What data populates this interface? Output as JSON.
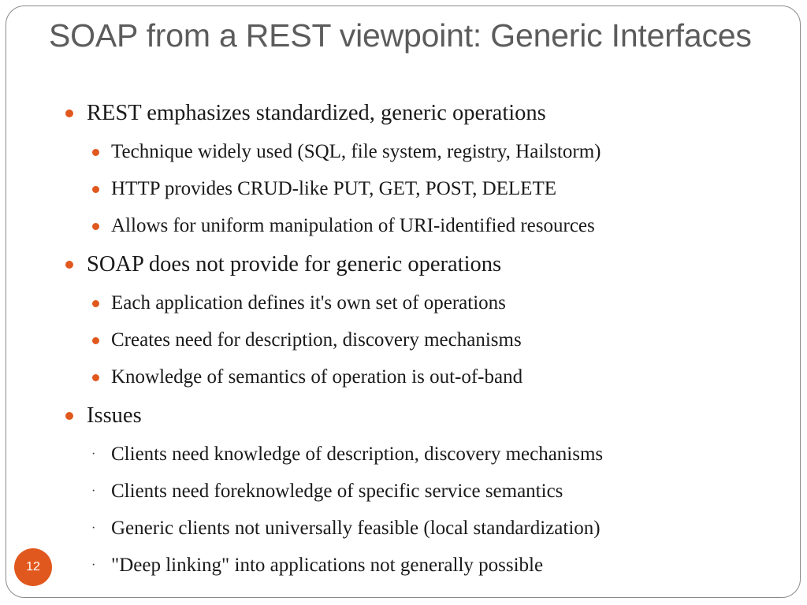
{
  "slide": {
    "title": "SOAP from a REST viewpoint: Generic Interfaces",
    "page_number": "12",
    "accent_color": "#e1581e",
    "bullets": [
      {
        "text": "REST emphasizes standardized, generic operations",
        "sub": [
          "Technique widely used (SQL, file system, registry, Hailstorm)",
          "HTTP provides CRUD-like PUT, GET, POST, DELETE",
          "Allows for uniform manipulation of URI-identified resources"
        ]
      },
      {
        "text": "SOAP does not provide for generic operations",
        "sub": [
          "Each application defines it's own set of operations",
          "Creates need for description, discovery mechanisms",
          "Knowledge of semantics of operation is out-of-band"
        ]
      },
      {
        "text": "Issues",
        "sub": [
          "Clients need knowledge of description, discovery mechanisms",
          "Clients need foreknowledge of specific service semantics",
          "Generic clients not universally feasible (local standardization)",
          "\"Deep linking\" into applications not generally possible"
        ],
        "sub_bullet_glyph": "·"
      }
    ]
  }
}
